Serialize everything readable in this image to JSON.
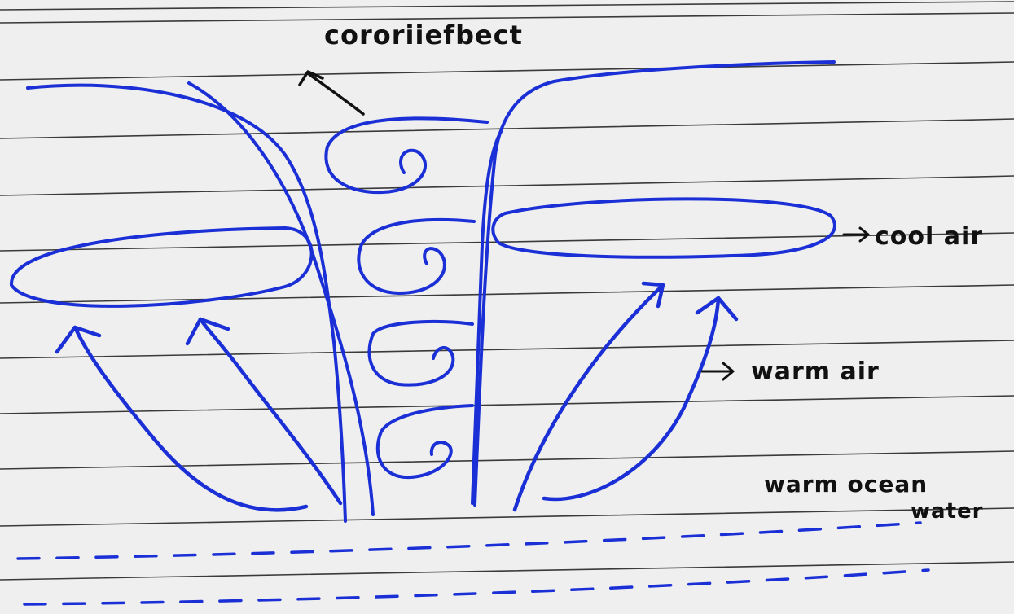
{
  "labels": {
    "coriolis": "cororiiefbect",
    "cool_air": "cool air",
    "warm_air": "warm air",
    "warm_ocean_line1": "warm ocean",
    "warm_ocean_line2": "water"
  },
  "colors": {
    "paper": "#efefef",
    "rule_line": "#3a3a3a",
    "ink_blue": "#1a2fd6",
    "ink_black": "#111111"
  }
}
